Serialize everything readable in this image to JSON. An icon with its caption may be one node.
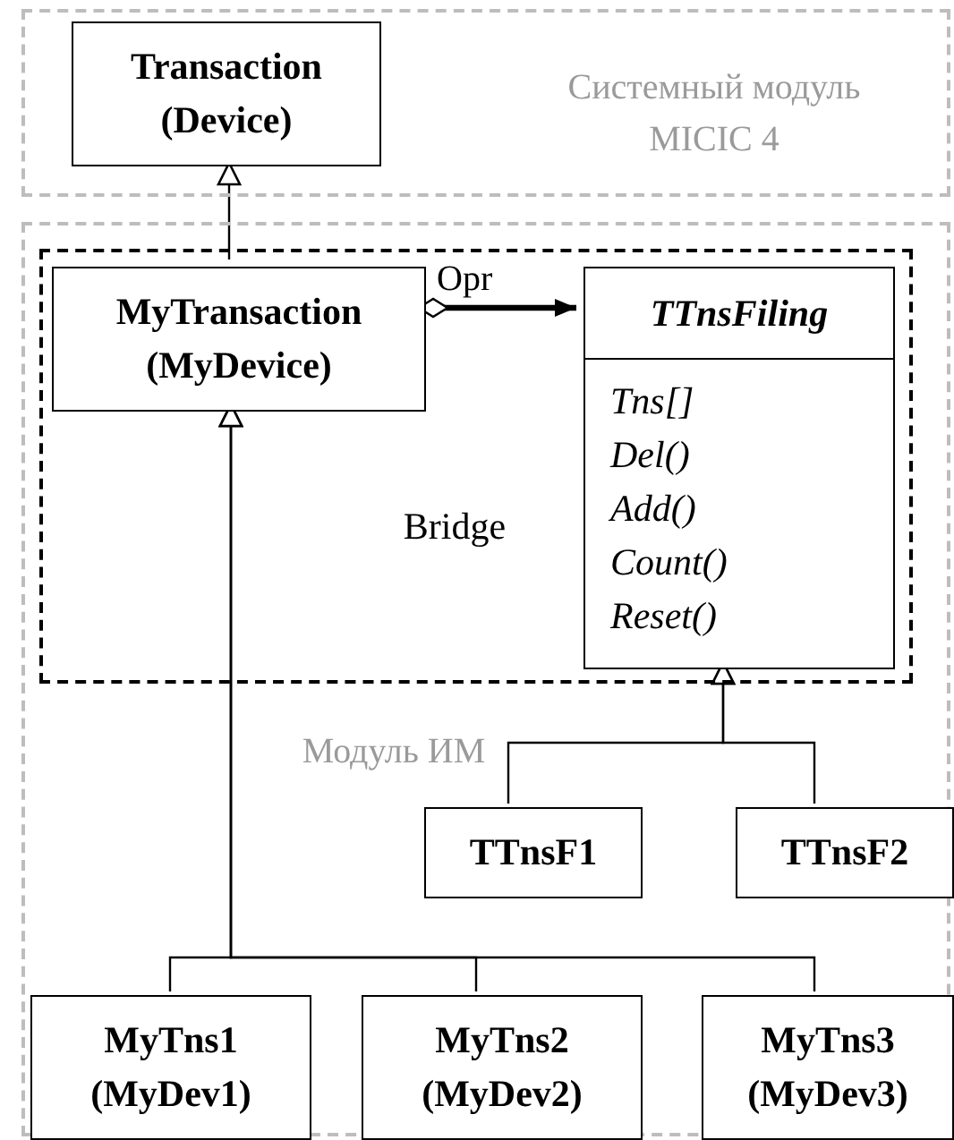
{
  "diagram": {
    "nodes": [
      {
        "text": [
          "Системный модуль MICIC 4"
        ]
      },
      {
        "text": [
          "Transaction (Device)"
        ],
        "in": 0
      },
      {
        "text": [
          "Модуль ИМ"
        ]
      },
      {
        "text": [
          "Bridge"
        ],
        "in": 2
      },
      {
        "text": [
          "MyTransaction (MyDevice)"
        ],
        "in": 3
      },
      {
        "text": [
          "TTnsFiling",
          "Tns[]",
          "Del()",
          "Add()",
          "Count()",
          "Reset()"
        ],
        "in": 3
      },
      {
        "text": [
          "TTnsF1"
        ],
        "in": 2
      },
      {
        "text": [
          "TTnsF2"
        ],
        "in": 2
      },
      {
        "text": [
          "MyTns1 (MyDev1)"
        ],
        "in": 2
      },
      {
        "text": [
          "MyTns2 (MyDev2)"
        ],
        "in": 2
      },
      {
        "text": [
          "MyTns3 (MyDev3)"
        ],
        "in": 2
      }
    ],
    "edges": [
      {
        "from": 4,
        "to": 1,
        "arrow": "to"
      },
      {
        "from": 4,
        "to": 5,
        "arrow": "to",
        "label": "Opr",
        "style": "thick"
      },
      {
        "from": 6,
        "to": 5,
        "arrow": "to"
      },
      {
        "from": 7,
        "to": 5,
        "arrow": "to"
      },
      {
        "from": 8,
        "to": 4,
        "arrow": "to"
      },
      {
        "from": 9,
        "to": 4,
        "arrow": "to"
      },
      {
        "from": 10,
        "to": 4,
        "arrow": "to"
      }
    ]
  }
}
